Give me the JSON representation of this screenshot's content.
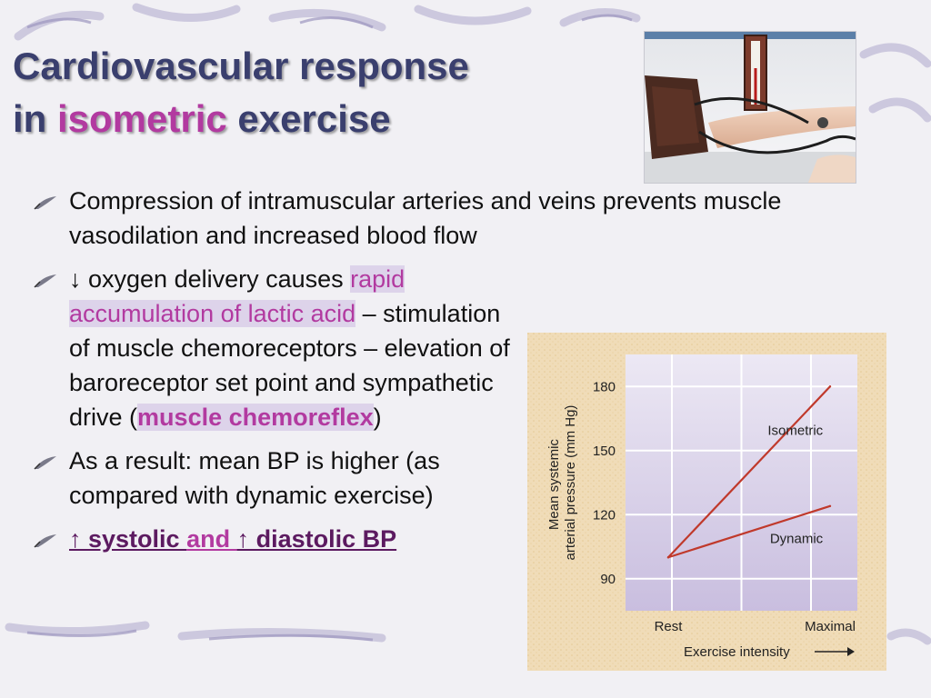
{
  "slide": {
    "title_line1": "Cardiovascular response",
    "title_line2_prefix": "in ",
    "title_line2_highlight": "isometric",
    "title_line2_suffix": " exercise",
    "photo_icon": "blood-pressure-measurement-photo",
    "bullet_icon": "quill-bullet-icon",
    "colors": {
      "title": "#3a3f6e",
      "highlight": "#b23aa0",
      "dark_highlight": "#5c1a60",
      "chart_line": "#c0392b"
    }
  },
  "bullets": {
    "b1": {
      "text": "Compression of intramuscular arteries and veins prevents muscle vasodilation and increased blood flow"
    },
    "b2": {
      "part1": "↓ oxygen delivery causes ",
      "highlight": "rapid accumulation of lactic acid",
      "part2": " – stimulation of muscle chemoreceptors – elevation of baroreceptor set point and sympathetic drive",
      "paren_open": "(",
      "bold_highlight": "muscle chemoreflex",
      "paren_close": ")"
    },
    "b3": {
      "text": "As a result: mean BP is higher (as compared with dynamic exercise)"
    },
    "b4": {
      "arrow1": "↑ systolic ",
      "and_text": "and ",
      "arrow2": "↑ diastolic BP"
    }
  },
  "chart_data": {
    "type": "line",
    "ylabel": "Mean systemic arterial pressure (mm Hg)",
    "xlabel": "Exercise intensity",
    "x_tick_labels": [
      "Rest",
      "Maximal"
    ],
    "y_ticks": [
      90,
      120,
      150,
      180
    ],
    "ylim": [
      75,
      195
    ],
    "xlim": [
      0,
      1
    ],
    "grid": true,
    "series": [
      {
        "name": "Isometric",
        "x": [
          0,
          1
        ],
        "values": [
          100,
          180
        ]
      },
      {
        "name": "Dynamic",
        "x": [
          0,
          1
        ],
        "values": [
          100,
          124
        ]
      }
    ]
  }
}
